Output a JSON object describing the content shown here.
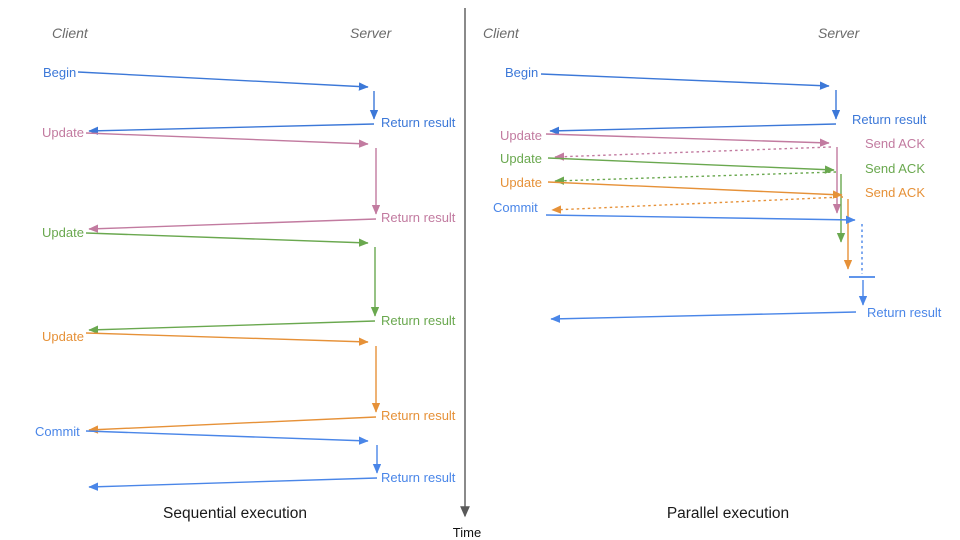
{
  "time_axis": {
    "label": "Time"
  },
  "colors": {
    "request_blue": "#3c78d8",
    "commit_blue": "#4a86e8",
    "update_pink": "#c27ba0",
    "update_green": "#6aa84f",
    "update_orange": "#e69138",
    "header_gray": "#6b6b6b",
    "axis_gray": "#595959",
    "caption_black": "#1a1a1a"
  },
  "panels": [
    {
      "title": "Sequential execution",
      "client_label": "Client",
      "server_label": "Server",
      "messages": [
        {
          "label": "Begin",
          "return_label": "Return result"
        },
        {
          "label": "Update",
          "return_label": "Return result"
        },
        {
          "label": "Update",
          "return_label": "Return result"
        },
        {
          "label": "Update",
          "return_label": "Return result"
        },
        {
          "label": "Commit",
          "return_label": "Return result"
        }
      ]
    },
    {
      "title": "Parallel execution",
      "client_label": "Client",
      "server_label": "Server",
      "messages": [
        {
          "label": "Begin",
          "return_label": "Return result"
        },
        {
          "label": "Update",
          "ack_label": "Send ACK"
        },
        {
          "label": "Update",
          "ack_label": "Send ACK"
        },
        {
          "label": "Update",
          "ack_label": "Send ACK"
        },
        {
          "label": "Commit",
          "return_label": "Return result"
        }
      ]
    }
  ]
}
